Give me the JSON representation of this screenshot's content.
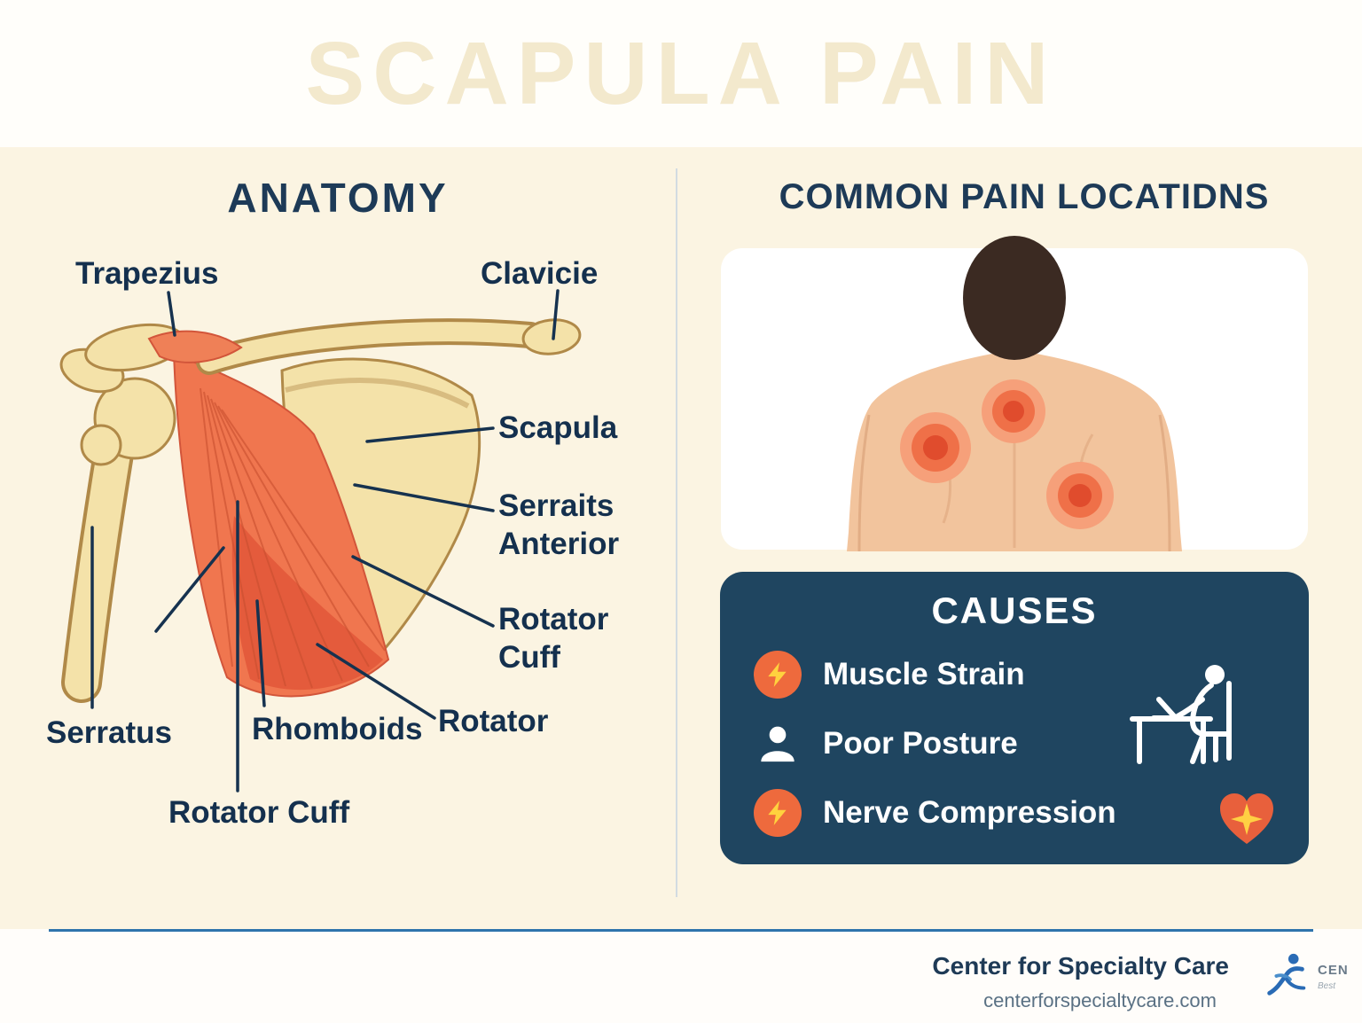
{
  "title": "SCAPULA PAIN",
  "anatomy": {
    "heading": "ANATOMY",
    "labels": {
      "trapezius": "Trapezius",
      "clavicle": "Clavicie",
      "scapula": "Scapula",
      "serratus_anterior": "Serraits Anterior",
      "rotator_cuff_right": "Rotator Cuff",
      "rotator": "Rotator",
      "serratus": "Serratus",
      "rhomboids": "Rhomboids",
      "rotator_cuff_bottom": "Rotator Cuff"
    }
  },
  "pain_locations": {
    "heading": "COMMON PAIN LOCATIDNS"
  },
  "causes": {
    "heading": "CAUSES",
    "items": [
      {
        "icon": "lightning-bolt-icon",
        "label": "Muscle Strain"
      },
      {
        "icon": "person-icon",
        "label": "Poor Posture"
      },
      {
        "icon": "lightning-bolt-icon",
        "label": "Nerve Compression"
      }
    ]
  },
  "footer": {
    "brand": "Center for Specialty Care",
    "website": "centerforspecialtycare.com",
    "logo_text": "CEN",
    "logo_tagline": "Best"
  },
  "colors": {
    "background_cream": "#fbf4e2",
    "title_cream": "#f3e9cd",
    "heading_navy": "#1d3a57",
    "label_navy": "#14304e",
    "bone": "#f4e2a9",
    "bone_outline": "#b08948",
    "muscle_orange": "#f0764f",
    "muscle_dark": "#e2593a",
    "skin": "#f2c49d",
    "hair_brown": "#3b2a22",
    "pain_spot_red": "#e04c2d",
    "panel_navy": "#1f4560",
    "icon_orange": "#ee6a3d",
    "bolt_yellow": "#ffd23e",
    "heart_orange": "#e8603c",
    "footer_line_blue": "#2e74ac",
    "website_gray": "#5a7184"
  }
}
